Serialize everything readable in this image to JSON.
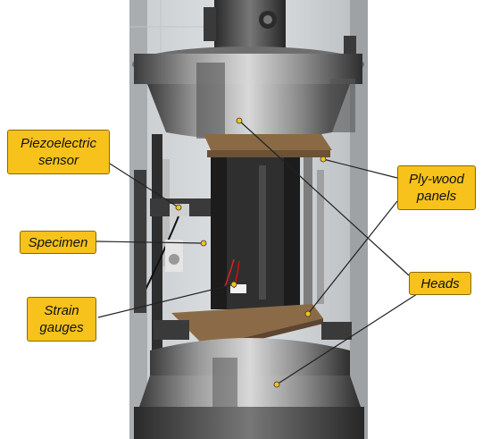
{
  "labels": {
    "piezo": [
      "Piezoelectric",
      "sensor"
    ],
    "specimen": "Specimen",
    "strain": [
      "Strain",
      "gauges"
    ],
    "plywood": [
      "Ply-wood",
      "panels"
    ],
    "heads": "Heads"
  },
  "colors": {
    "callout_fill": "#f6c21b",
    "callout_border": "#8a6a00",
    "leader_line": "#222222"
  }
}
